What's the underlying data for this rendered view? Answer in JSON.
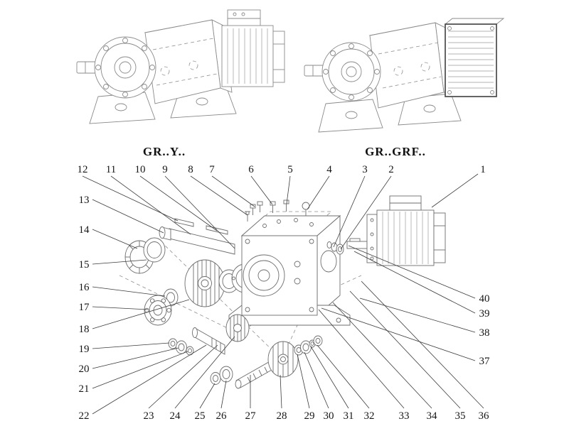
{
  "figure": {
    "variant_labels": {
      "left": "GR..Y..",
      "right": "GR..GRF.."
    },
    "callouts": [
      "1",
      "2",
      "3",
      "4",
      "5",
      "6",
      "7",
      "8",
      "9",
      "10",
      "11",
      "12",
      "13",
      "14",
      "15",
      "16",
      "17",
      "18",
      "19",
      "20",
      "21",
      "22",
      "23",
      "24",
      "25",
      "26",
      "27",
      "28",
      "29",
      "30",
      "31",
      "32",
      "33",
      "34",
      "35",
      "36",
      "37",
      "38",
      "39",
      "40"
    ]
  }
}
